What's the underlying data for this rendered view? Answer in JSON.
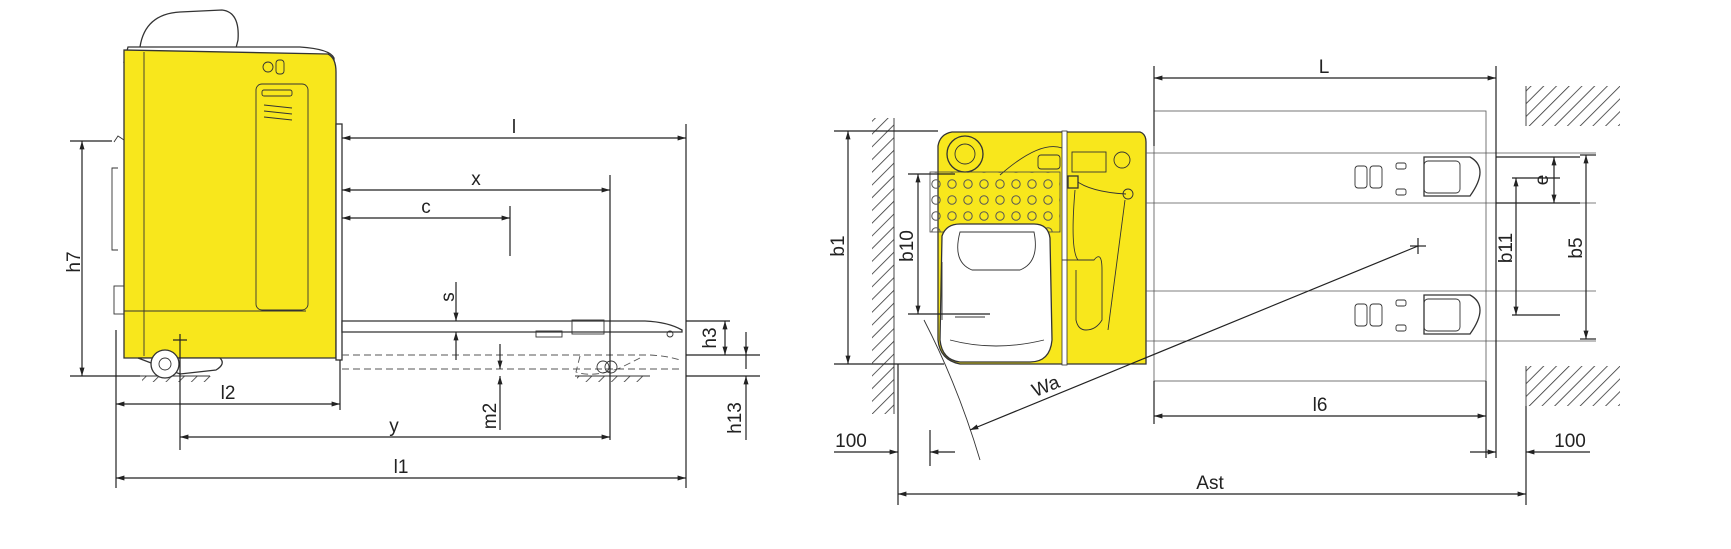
{
  "colors": {
    "body": "#f8e71c",
    "line": "#222222",
    "hatch": "#333333"
  },
  "side_view": {
    "labels": {
      "l": "l",
      "x": "x",
      "c": "c",
      "s": "s",
      "h7": "h7",
      "h3": "h3",
      "l2": "l2",
      "y": "y",
      "m2": "m2",
      "h13": "h13",
      "l1": "l1"
    }
  },
  "top_view": {
    "labels": {
      "L": "L",
      "b1": "b1",
      "b10": "b10",
      "b11": "b11",
      "b5": "b5",
      "e": "e",
      "Wa": "Wa",
      "l6": "l6",
      "clear_left": "100",
      "clear_right": "100",
      "Ast": "Ast"
    }
  }
}
